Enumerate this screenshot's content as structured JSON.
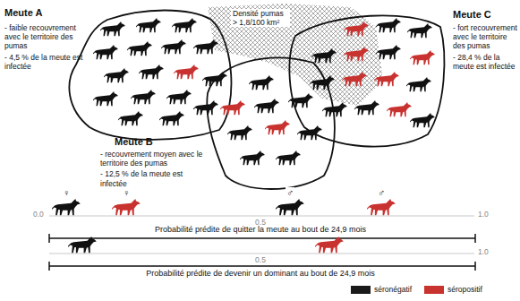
{
  "diagram": {
    "nodes": [
      {
        "text": [
          "Meute A",
          "- faible recouvrement avec le territoire des pumas",
          "- 4,5 % de la meute est infectée"
        ]
      },
      {
        "text": [
          "Densité pumas > 1,8/100 km²"
        ]
      },
      {
        "text": [
          "Meute C",
          "- fort recouvrement avec le territoire des pumas",
          "- 28,4 % de la meute est infectée"
        ]
      },
      {
        "text": [
          "Meute B",
          "- recouvrement moyen avec le territoire des pumas",
          "- 12,5 % de la meute est infectée"
        ]
      }
    ],
    "labels": [
      "0.0",
      "♀",
      "♀",
      "0.5",
      "♂",
      "♂",
      "1.0",
      "Probabilité prédite de quitter la meute au bout de 24,9 mois",
      "0.5",
      "1.0",
      "Probabilité prédite de devenir un dominant au bout de 24,9 mois"
    ],
    "legend": [
      {
        "text": "séronégatif",
        "color": "#1a1a1a"
      },
      {
        "text": "séropositif",
        "color": "#c8322f"
      }
    ]
  }
}
